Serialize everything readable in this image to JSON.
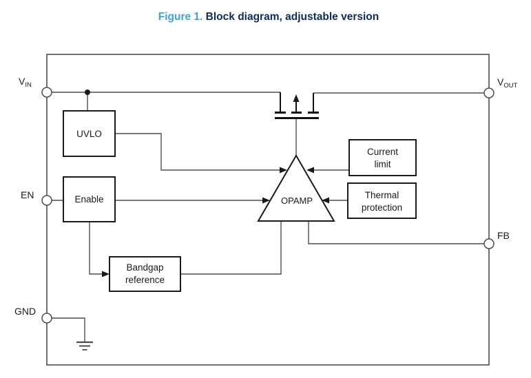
{
  "title": {
    "figure_label": "Figure 1.",
    "caption": " Block diagram, adjustable version"
  },
  "pins": {
    "vin": {
      "name": "V",
      "sub": "IN"
    },
    "vout": {
      "name": "V",
      "sub": "OUT"
    },
    "en": {
      "label": "EN"
    },
    "gnd": {
      "label": "GND"
    },
    "fb": {
      "label": "FB"
    }
  },
  "blocks": {
    "uvlo": {
      "label": "UVLO"
    },
    "enable": {
      "label": "Enable"
    },
    "bandgap": {
      "line1": "Bandgap",
      "line2": "reference"
    },
    "current_limit": {
      "line1": "Current",
      "line2": "limit"
    },
    "thermal": {
      "line1": "Thermal",
      "line2": "protection"
    },
    "opamp": {
      "label": "OPAMP"
    }
  },
  "colors": {
    "figure_label": "#41a3dc",
    "caption_text": "#0f2a5f",
    "wire": "#4d4d4d",
    "component_outline": "#1a1a1a",
    "background": "#ffffff"
  }
}
